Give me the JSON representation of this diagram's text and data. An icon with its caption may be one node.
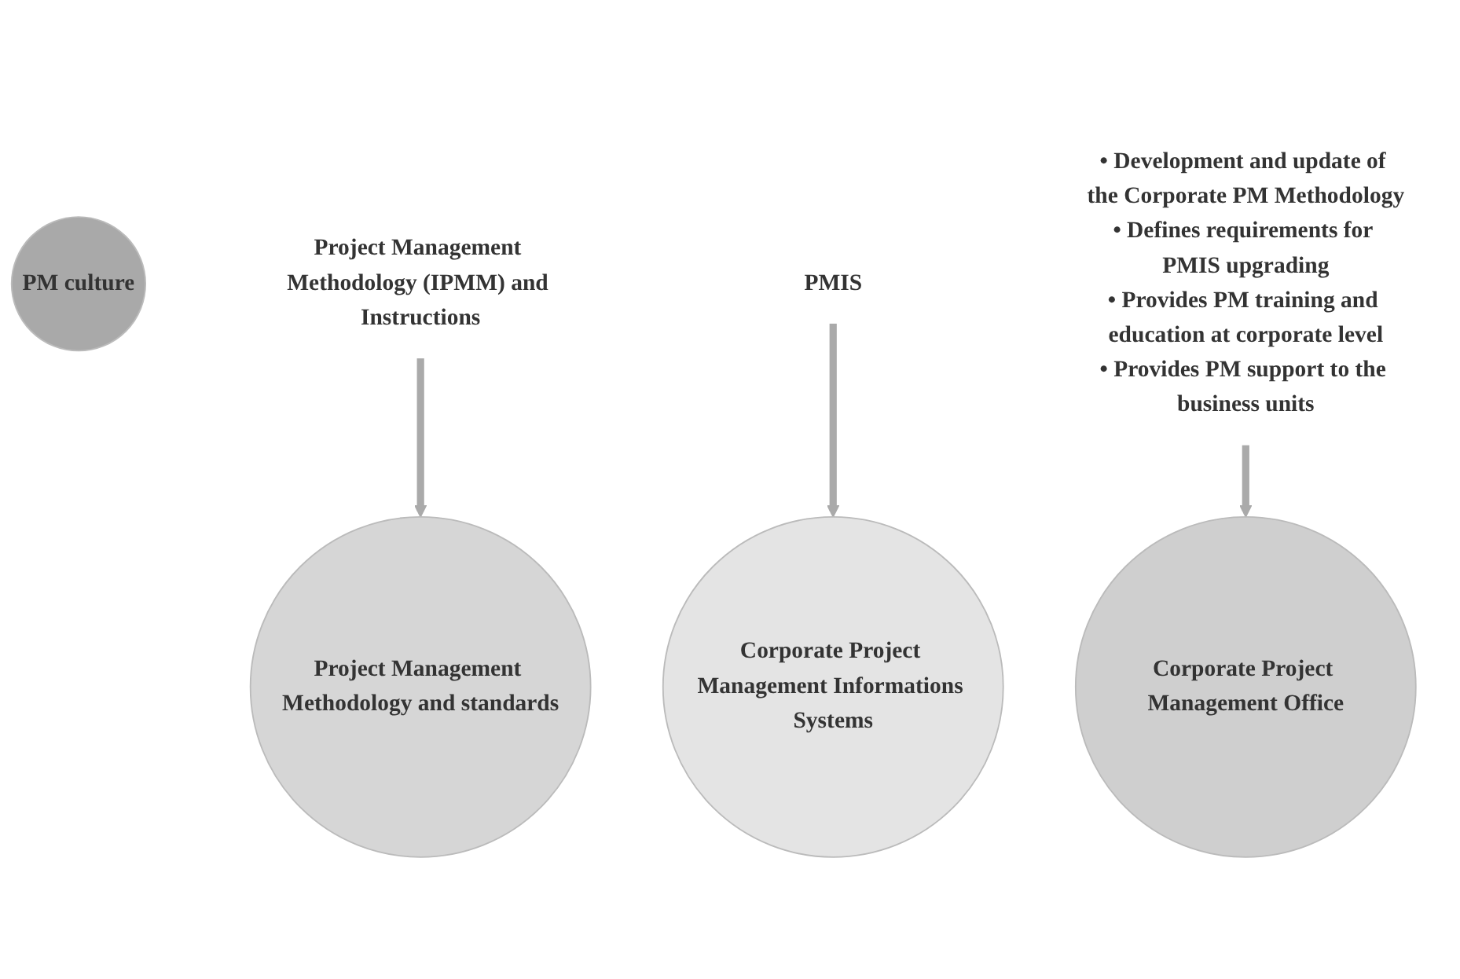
{
  "diagram": {
    "nodes": [
      {
        "text": [
          "Project Management Methodology and standards"
        ]
      },
      {
        "text": [
          "PM culture"
        ]
      },
      {
        "text": [
          "Corporate Project Management Informations Systems"
        ]
      },
      {
        "text": [
          "Corporate Project Management Office"
        ]
      },
      {
        "text": [
          "Project Management Methodology (IPMM) and Instructions"
        ]
      },
      {
        "text": [
          "PMIS"
        ]
      },
      {
        "text": [
          "• Development and update of the Corporate PM Methodology",
          "• Defines requirements for PMIS upgrading",
          "• Provides PM training and education at corporate level",
          "• Provides PM support to the business units"
        ]
      }
    ],
    "edges": [
      {
        "from": 4,
        "to": 0,
        "arrow": "to"
      },
      {
        "from": 5,
        "to": 2,
        "arrow": "to"
      },
      {
        "from": 6,
        "to": 3,
        "arrow": "to"
      }
    ]
  }
}
